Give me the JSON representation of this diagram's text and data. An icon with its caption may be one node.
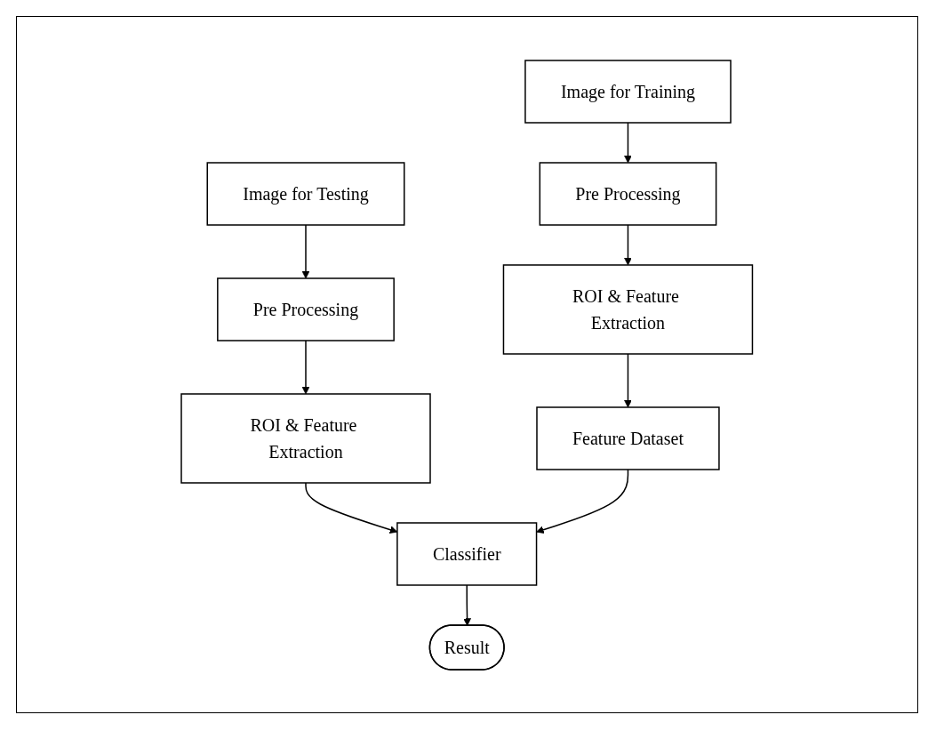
{
  "diagram": {
    "nodes": [
      {
        "text": [
          "Image for Training"
        ]
      },
      {
        "text": [
          "Pre Processing"
        ]
      },
      {
        "text": [
          "ROI & Feature Extraction"
        ]
      },
      {
        "text": [
          "Feature Dataset"
        ]
      },
      {
        "text": [
          "Image for Testing"
        ]
      },
      {
        "text": [
          "Pre Processing"
        ]
      },
      {
        "text": [
          "ROI & Feature Extraction"
        ]
      },
      {
        "text": [
          "Classifier"
        ]
      },
      {
        "text": [
          "Result"
        ]
      }
    ],
    "edges": [
      {
        "from": 0,
        "to": 1,
        "arrow": "to"
      },
      {
        "from": 1,
        "to": 2,
        "arrow": "to"
      },
      {
        "from": 2,
        "to": 3,
        "arrow": "to"
      },
      {
        "from": 4,
        "to": 5,
        "arrow": "to"
      },
      {
        "from": 5,
        "to": 6,
        "arrow": "to"
      },
      {
        "from": 6,
        "to": 7,
        "arrow": "to"
      },
      {
        "from": 3,
        "to": 7,
        "arrow": "to"
      },
      {
        "from": 7,
        "to": 8,
        "arrow": "to"
      }
    ]
  }
}
